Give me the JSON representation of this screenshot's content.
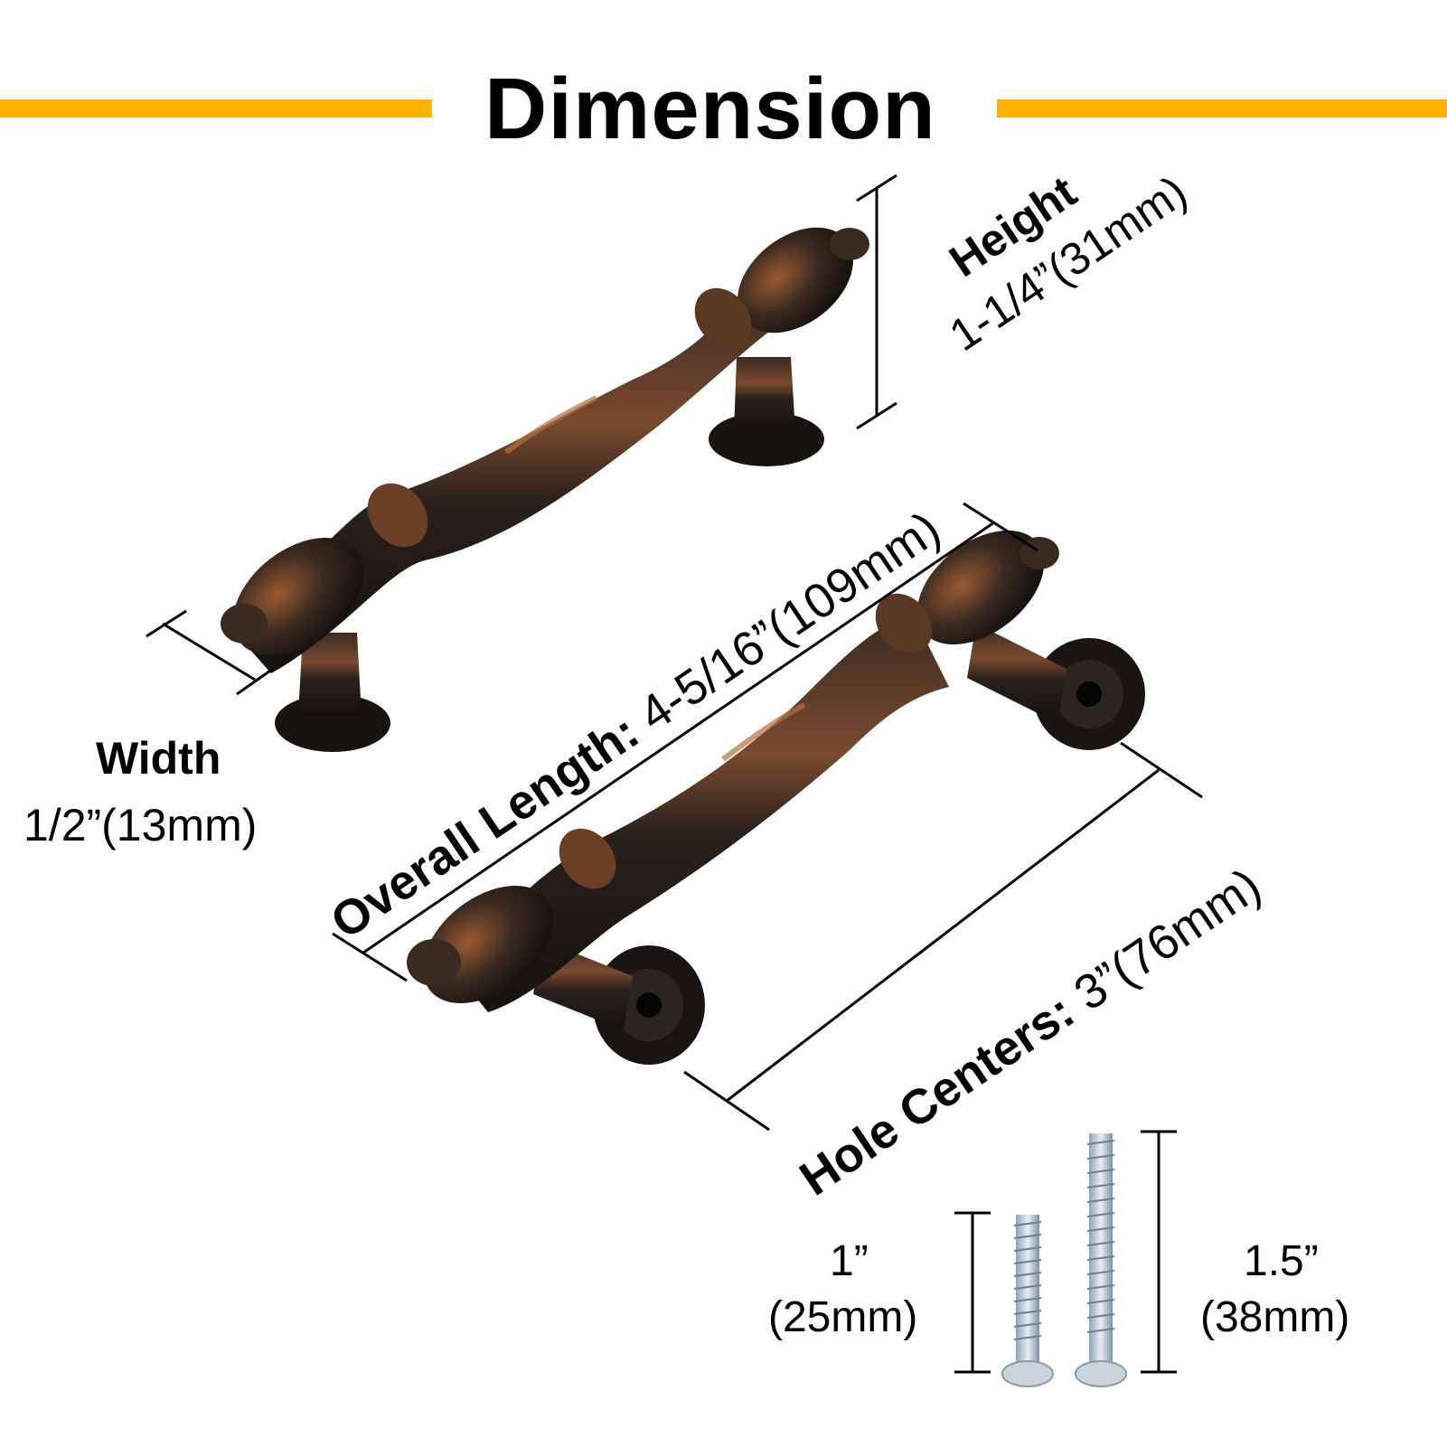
{
  "title": "Dimension",
  "accent_color": "#FFB300",
  "height": {
    "label": "Height",
    "value": "1-1/4”(31mm)"
  },
  "width": {
    "label": "Width",
    "value": "1/2”(13mm)"
  },
  "overall_length": {
    "label": "Overall Length:",
    "value": "4-5/16”(109mm)"
  },
  "hole_centers": {
    "label": "Hole Centers:",
    "value": "3”(76mm)"
  },
  "screw_short": {
    "inch": "1”",
    "mm": "(25mm)"
  },
  "screw_long": {
    "inch": "1.5”",
    "mm": "(38mm)"
  }
}
